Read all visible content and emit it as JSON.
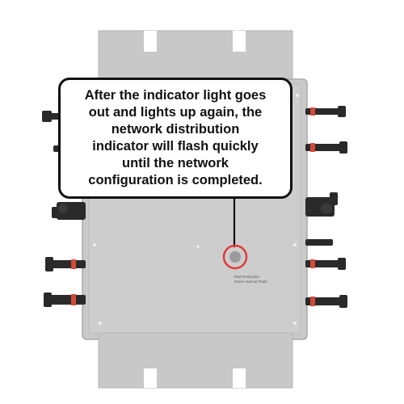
{
  "callout": {
    "lines": [
      "After the indicator light goes",
      "out and lights up again, the",
      "network distribution",
      "indicator will flash quickly",
      "until the network",
      "configuration is completed."
    ]
  },
  "device": {
    "indicator_labels": [
      "Red Production",
      "Green Normal Flash"
    ]
  },
  "colors": {
    "device_body": "#c9c9c9",
    "highlight_ring": "#e03a3a",
    "text": "#111111"
  }
}
